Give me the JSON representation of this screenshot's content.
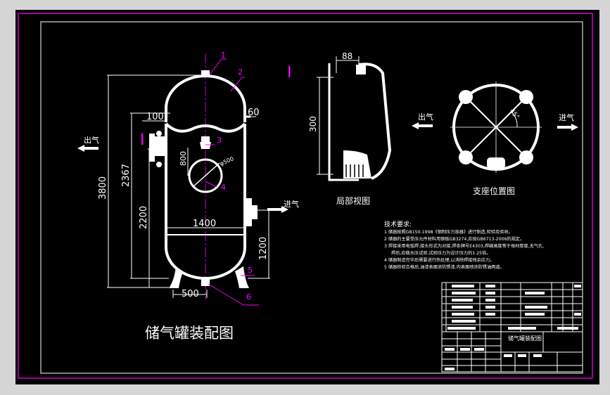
{
  "colors": {
    "background": "#000000",
    "frame": "#ff00ff",
    "geometry": "#ffffff",
    "centerline": "#ff00ff",
    "leader": "#ff00ff"
  },
  "drawing": {
    "title": "储气罐装配图",
    "balloons": [
      "1",
      "2",
      "3",
      "4",
      "5",
      "6"
    ],
    "dims": {
      "height_total": "3800",
      "height_nozzle": "2367",
      "height_low": "2200",
      "height_right": "1200",
      "width": "1400",
      "base": "500",
      "top_left": "100",
      "top_right": "60",
      "manhole_a": "800",
      "manhole_dia": "φ500"
    },
    "outlet_label": "出气",
    "inlet_label": "进气",
    "section_mark": "I"
  },
  "detail": {
    "mark": "I",
    "dim_width": "88",
    "dim_height": "300",
    "caption": "局部视图"
  },
  "support": {
    "outlet_label": "出气",
    "inlet_label": "进气",
    "angle": "45°",
    "caption": "支座位置图"
  },
  "notes": {
    "heading": "技术要求:",
    "lines": [
      "1 储器按照GB150-1998《钢制压力容器》进行制造,检验及验收。",
      "2 储器的主要受压元件材料用钢板GB3274,应按GB6713-2006的规定。",
      "3 焊接采用电弧焊,接头形式为对接,焊条牌号E4303,焊缝高度等于母材厚度,无气孔,",
      "焊后,应做水压试验,试验压力为设计压力的1.25倍。",
      "4 储器制造完毕后需要进行热处理,以消除焊接残余应力。",
      "5 储器检验合格后,油漆表面涂防锈漆,内表面喷涂防锈油两道。"
    ]
  },
  "titleblock": {
    "drawing_name": "储气罐装配图"
  }
}
